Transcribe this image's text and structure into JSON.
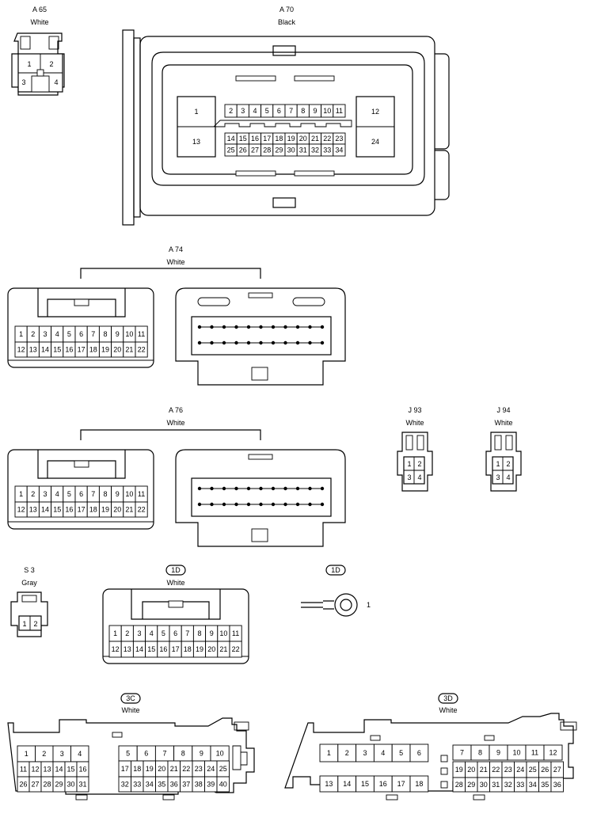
{
  "connectors": {
    "a65": {
      "code": "A 65",
      "color": "White",
      "pins": [
        "1",
        "2",
        "3",
        "4"
      ]
    },
    "a70": {
      "code": "A 70",
      "color": "Black",
      "big_pins": [
        "1",
        "13",
        "12",
        "24"
      ],
      "row1": [
        "2",
        "3",
        "4",
        "5",
        "6",
        "7",
        "8",
        "9",
        "10",
        "11"
      ],
      "row2": [
        "14",
        "15",
        "16",
        "17",
        "18",
        "19",
        "20",
        "21",
        "22",
        "23"
      ],
      "row3": [
        "25",
        "26",
        "27",
        "28",
        "29",
        "30",
        "31",
        "32",
        "33",
        "34"
      ]
    },
    "a74": {
      "code": "A 74",
      "color": "White",
      "row1": [
        "1",
        "2",
        "3",
        "4",
        "5",
        "6",
        "7",
        "8",
        "9",
        "10",
        "11"
      ],
      "row2": [
        "12",
        "13",
        "14",
        "15",
        "16",
        "17",
        "18",
        "19",
        "20",
        "21",
        "22"
      ]
    },
    "a76": {
      "code": "A 76",
      "color": "White",
      "row1": [
        "1",
        "2",
        "3",
        "4",
        "5",
        "6",
        "7",
        "8",
        "9",
        "10",
        "11"
      ],
      "row2": [
        "12",
        "13",
        "14",
        "15",
        "16",
        "17",
        "18",
        "19",
        "20",
        "21",
        "22"
      ]
    },
    "j93": {
      "code": "J 93",
      "color": "White",
      "pins": [
        "1",
        "2",
        "3",
        "4"
      ]
    },
    "j94": {
      "code": "J 94",
      "color": "White",
      "pins": [
        "1",
        "2",
        "3",
        "4"
      ]
    },
    "s3": {
      "code": "S 3",
      "color": "Gray",
      "pins": [
        "1",
        "2"
      ]
    },
    "c1d": {
      "code": "1D",
      "color": "White",
      "row1": [
        "1",
        "2",
        "3",
        "4",
        "5",
        "6",
        "7",
        "8",
        "9",
        "10",
        "11"
      ],
      "row2": [
        "12",
        "13",
        "14",
        "15",
        "16",
        "17",
        "18",
        "19",
        "20",
        "21",
        "22"
      ]
    },
    "t1d": {
      "code": "1D",
      "pin": "1"
    },
    "c3c": {
      "code": "3C",
      "color": "White",
      "left": [
        [
          "1",
          "2",
          "3",
          "4"
        ],
        [
          "11",
          "12",
          "13",
          "14",
          "15",
          "16"
        ],
        [
          "26",
          "27",
          "28",
          "29",
          "30",
          "31"
        ]
      ],
      "right": [
        [
          "5",
          "6",
          "7",
          "8",
          "9",
          "10"
        ],
        [
          "17",
          "18",
          "19",
          "20",
          "21",
          "22",
          "23",
          "24",
          "25"
        ],
        [
          "32",
          "33",
          "34",
          "35",
          "36",
          "37",
          "38",
          "39",
          "40"
        ]
      ]
    },
    "c3d": {
      "code": "3D",
      "color": "White",
      "left": [
        [
          "1",
          "2",
          "3",
          "4",
          "5",
          "6"
        ],
        [
          "13",
          "14",
          "15",
          "16",
          "17",
          "18"
        ]
      ],
      "right": [
        [
          "7",
          "8",
          "9",
          "10",
          "11",
          "12"
        ],
        [
          "19",
          "20",
          "21",
          "22",
          "23",
          "24",
          "25",
          "26",
          "27"
        ],
        [
          "28",
          "29",
          "30",
          "31",
          "32",
          "33",
          "34",
          "35",
          "36"
        ]
      ]
    }
  }
}
